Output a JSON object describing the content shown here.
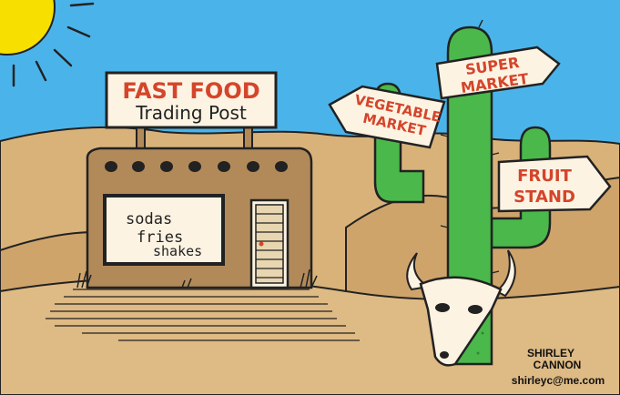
{
  "store_sign": {
    "title": "FAST FOOD",
    "subtitle": "Trading Post"
  },
  "window_menu": [
    "sodas",
    "fries",
    "shakes"
  ],
  "direction_signs": {
    "vegetable_market": [
      "VEGETABLE",
      "MARKET"
    ],
    "super_market": [
      "SUPER",
      "MARKET"
    ],
    "fruit_stand": [
      "FRUIT",
      "STAND"
    ]
  },
  "artist_credit": {
    "name_line1": "SHIRLEY",
    "name_line2": "CANNON",
    "email": "shirleyc@me.com"
  },
  "colors": {
    "sky": "#4ab4ea",
    "sand": "#d9b27a",
    "adobe": "#b28a5a",
    "cactus": "#4bb84b",
    "sign_fill": "#fdf3e3",
    "sign_text": "#d4452b",
    "sun": "#f7e000"
  }
}
